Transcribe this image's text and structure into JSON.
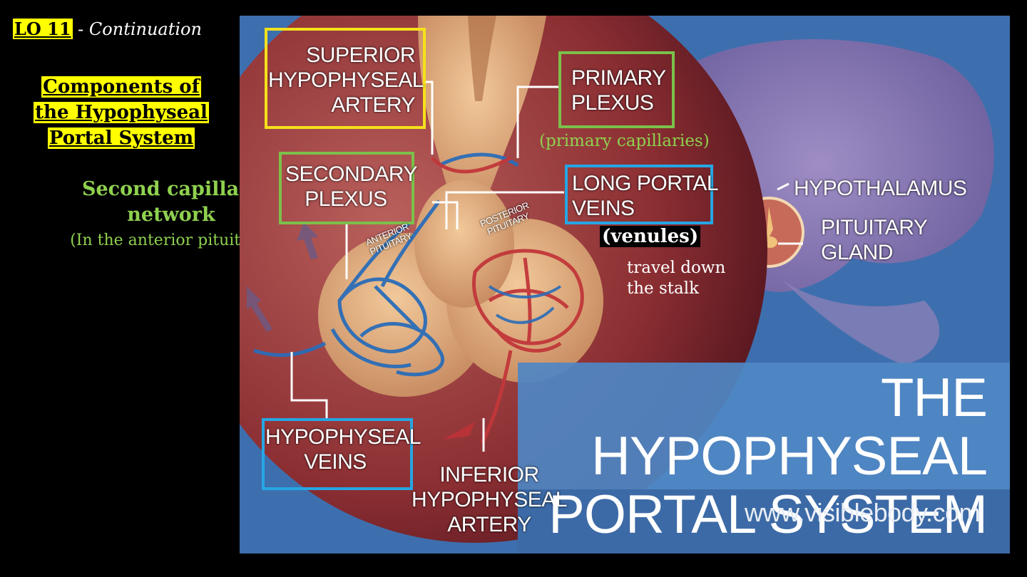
{
  "slide": {
    "lo_tag": "LO 11",
    "lo_sep": " - ",
    "lo_cont": "Continuation",
    "heading_lines": [
      "Components of",
      "the Hypophyseal",
      "Portal System"
    ],
    "second_title_1": "Second capillary",
    "second_title_2": "network",
    "second_sub": "(In the anterior pituitary)"
  },
  "diagram": {
    "superior_1": "SUPERIOR",
    "superior_2": "HYPOPHYSEAL",
    "superior_3": "ARTERY",
    "primary_1": "PRIMARY",
    "primary_2": "PLEXUS",
    "primary_note": "(primary capillaries)",
    "secondary_1": "SECONDARY",
    "secondary_2": "PLEXUS",
    "long_1": "LONG PORTAL",
    "long_2": "VEINS",
    "venules": "(venules)",
    "travel_1": "travel down",
    "travel_2": "the stalk",
    "anterior_1": "ANTERIOR",
    "anterior_2": "PITUITARY",
    "posterior_1": "POSTERIOR",
    "posterior_2": "PITUITARY",
    "hypothalamus": "HYPOTHALAMUS",
    "pituitary_1": "PITUITARY",
    "pituitary_2": "GLAND",
    "veins_1": "HYPOPHYSEAL",
    "veins_2": "VEINS",
    "inferior_1": "INFERIOR",
    "inferior_2": "HYPOPHYSEAL",
    "inferior_3": "ARTERY",
    "title_1": "THE HYPOPHYSEAL",
    "title_2": "PORTAL SYSTEM",
    "website": "www.visiblebody.com"
  },
  "colors": {
    "highlight": "#ffff00",
    "green_text": "#8fd14f",
    "box_yellow": "#f5e11b",
    "box_green": "#7cc04a",
    "box_blue": "#26a6e3",
    "panel_blue": "#3d6fae"
  }
}
